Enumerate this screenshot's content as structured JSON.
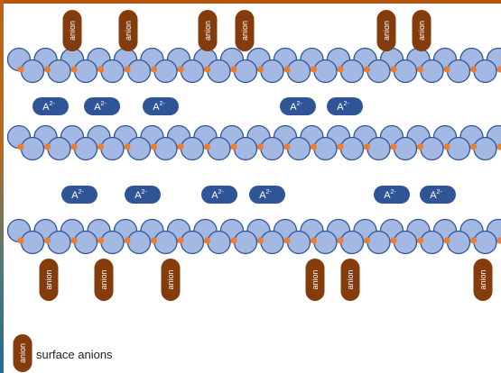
{
  "colors": {
    "layer_ion": "#a3b8e3",
    "layer_ion_stroke": "#2f5597",
    "interlayer_dot": "#ed7d31",
    "surface_anion": "#843c0c",
    "interlayer_anion": "#2f5597",
    "label_text": "#ffffff",
    "frame_top": "#b4560e",
    "frame_left_top": "#c0620f",
    "frame_left_bottom": "#1f6f94"
  },
  "surface_anion_label": "anion",
  "interlayer_anion_label": "A",
  "interlayer_anion_charge": "2-",
  "legend": {
    "label": "surface anions",
    "icon_label": "anion"
  },
  "layers": [
    {
      "name": "layer-1",
      "surface_anions": "top",
      "surface_anion_count": 6
    },
    {
      "name": "layer-2",
      "surface_anions": "none",
      "surface_anion_count": 0
    },
    {
      "name": "layer-3",
      "surface_anions": "bottom",
      "surface_anion_count": 6
    }
  ],
  "interlayer_rows": [
    {
      "name": "interlayer-row-1",
      "count": 5
    },
    {
      "name": "interlayer-row-2",
      "count": 6
    }
  ]
}
